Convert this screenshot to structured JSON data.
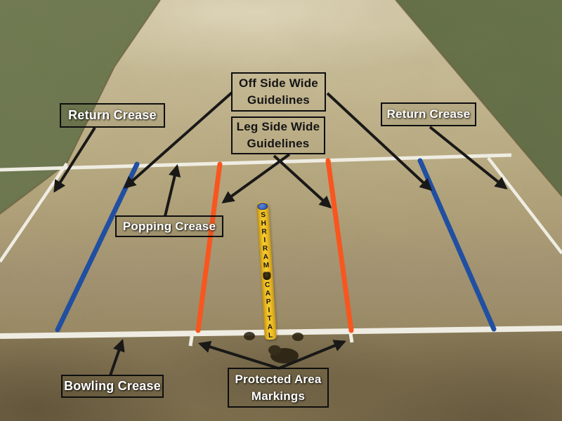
{
  "title": "Cricket pitch crease and guideline markings (annotated photo)",
  "labels": {
    "return_crease_left": "Return Crease",
    "return_crease_right": "Return Crease",
    "off_side_wide": "Off Side Wide\nGuidelines",
    "leg_side_wide": "Leg Side Wide\nGuidelines",
    "popping_crease": "Popping Crease",
    "bowling_crease": "Bowling Crease",
    "protected_area": "Protected Area\nMarkings"
  },
  "stump": {
    "sponsor_word_top": "SHRIRAM",
    "sponsor_word_bottom": "CAPITAL"
  },
  "colors": {
    "off_side_wide_line_blue": "#1c4da4",
    "leg_side_wide_line_orange": "#fd541c",
    "crease_line_white": "#f3f1e8",
    "arrow_black": "#141414",
    "stump_yellow": "#eebc24",
    "stump_cap_blue": "#3d65bd",
    "grass_green": "#66734b",
    "pitch_tan": "#b0a179"
  }
}
